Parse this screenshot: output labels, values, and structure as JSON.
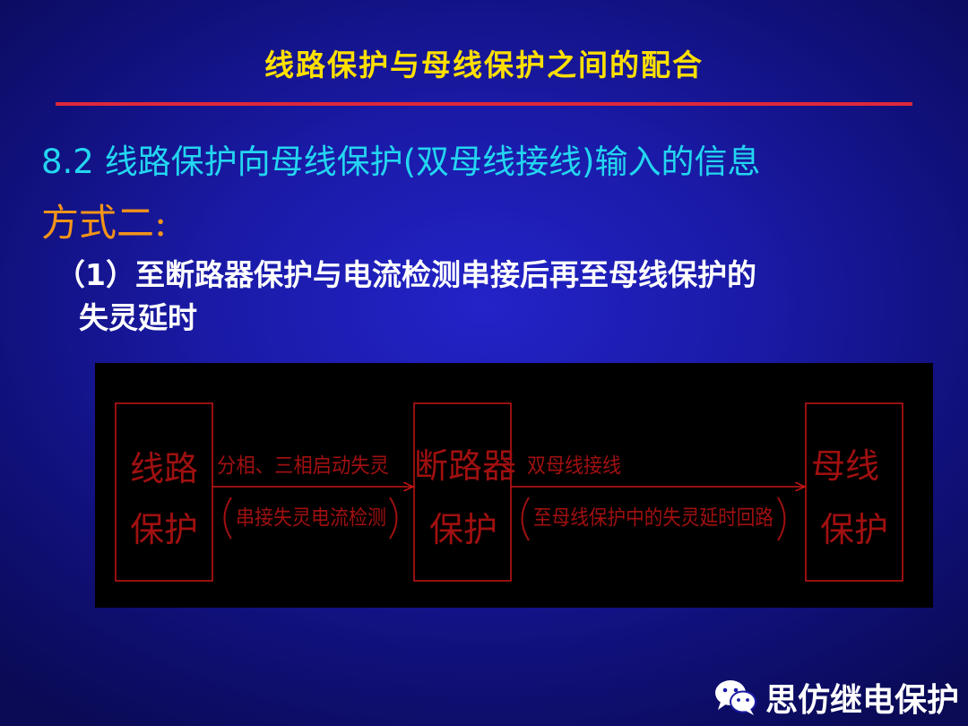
{
  "slide": {
    "title": "线路保护与母线保护之间的配合",
    "section_heading": "8.2 线路保护向母线保护(双母线接线)输入的信息",
    "method_label": "方式二:",
    "item_line1": "（1）至断路器保护与电流检测串接后再至母线保护的",
    "item_line2": "失灵延时"
  },
  "diagram": {
    "box_line_protection": [
      "线路",
      "保护"
    ],
    "box_breaker_protection": [
      "断路器",
      "保护"
    ],
    "box_bus_protection": [
      "母线",
      "保护"
    ],
    "arrow1_top": "分相、三相启动失灵",
    "arrow1_bottom": "串接失灵电流检测",
    "arrow2_top": "双母线接线",
    "arrow2_bottom": "至母线保护中的失灵延时回路",
    "colors": {
      "stroke": "#c81414",
      "text": "#a01010",
      "background": "#000000"
    }
  },
  "watermark": {
    "icon": "wechat-icon",
    "text": "思仿继电保护"
  },
  "colors": {
    "background": "#1a1aa6",
    "title": "#ffe000",
    "title_rule": "#e0283a",
    "heading": "#23d6f0",
    "method": "#f39419",
    "body_text": "#ffffff"
  }
}
